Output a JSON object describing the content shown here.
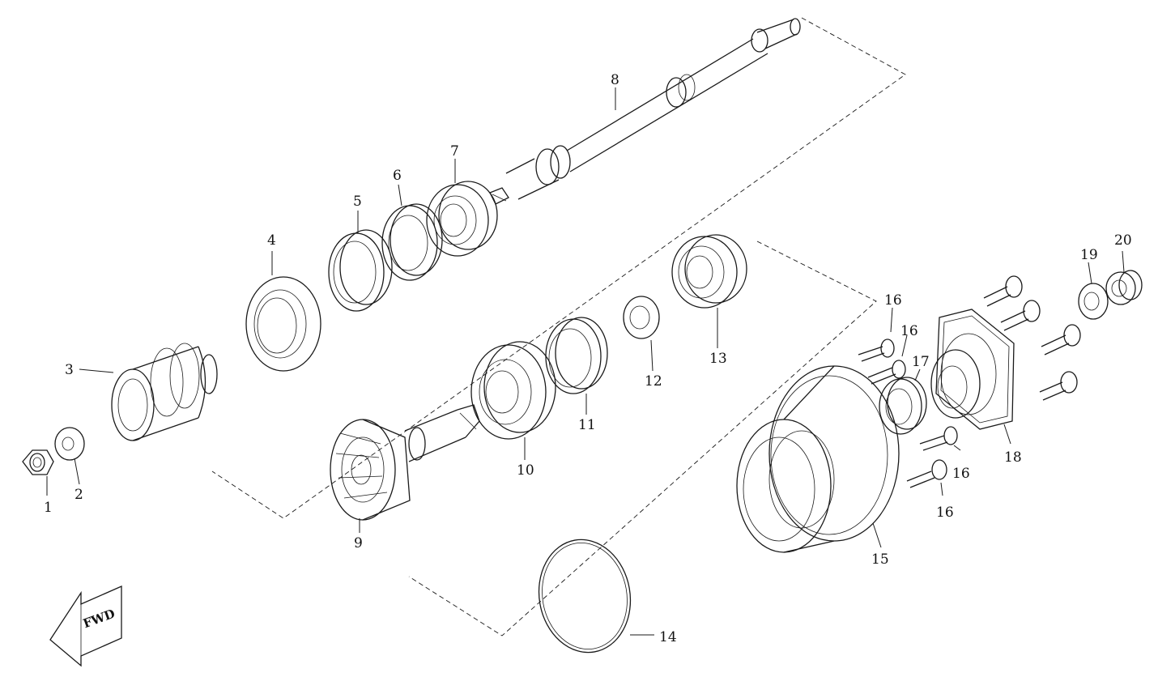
{
  "diagram": {
    "labels": {
      "p1": "1",
      "p2": "2",
      "p3": "3",
      "p4": "4",
      "p5": "5",
      "p6": "6",
      "p7": "7",
      "p8": "8",
      "p9": "9",
      "p10": "10",
      "p11": "11",
      "p12": "12",
      "p13": "13",
      "p14": "14",
      "p15": "15",
      "p16a": "16",
      "p16b": "16",
      "p16c": "16",
      "p16d": "16",
      "p17": "17",
      "p18": "18",
      "p19": "19",
      "p20": "20"
    },
    "fwd_text": "FWD"
  }
}
